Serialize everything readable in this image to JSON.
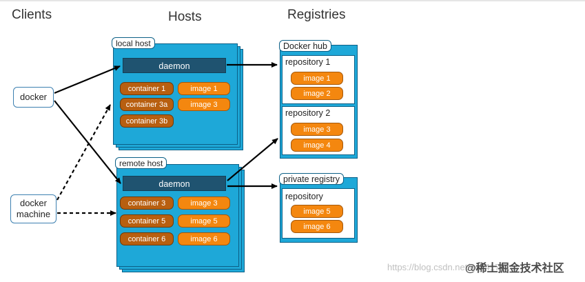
{
  "headers": {
    "clients": "Clients",
    "hosts": "Hosts",
    "registries": "Registries"
  },
  "clients": {
    "docker": "docker",
    "docker_machine": "docker\nmachine"
  },
  "local_host": {
    "label": "local host",
    "daemon": "daemon",
    "containers": [
      "container 1",
      "container 3a",
      "container 3b"
    ],
    "images": [
      "image 1",
      "image 3"
    ]
  },
  "remote_host": {
    "label": "remote host",
    "daemon": "daemon",
    "containers": [
      "container 3",
      "container 5",
      "container 6"
    ],
    "images": [
      "image 3",
      "image 5",
      "image 6"
    ]
  },
  "docker_hub": {
    "label": "Docker hub",
    "repositories": [
      {
        "name": "repository 1",
        "images": [
          "image 1",
          "image 2"
        ]
      },
      {
        "name": "repository 2",
        "images": [
          "image 3",
          "image 4"
        ]
      }
    ]
  },
  "private_registry": {
    "label": "private registry",
    "repository": {
      "name": "repository",
      "images": [
        "image 5",
        "image 6"
      ]
    }
  },
  "watermark": {
    "url": "https://blog.csdn.net/qq_41741",
    "brand": "@稀土掘金技术社区"
  },
  "colors": {
    "host_fill": "#1ea8d8",
    "daemon_fill": "#1f5370",
    "container_fill": "#b85f10",
    "image_fill": "#f4870f"
  }
}
